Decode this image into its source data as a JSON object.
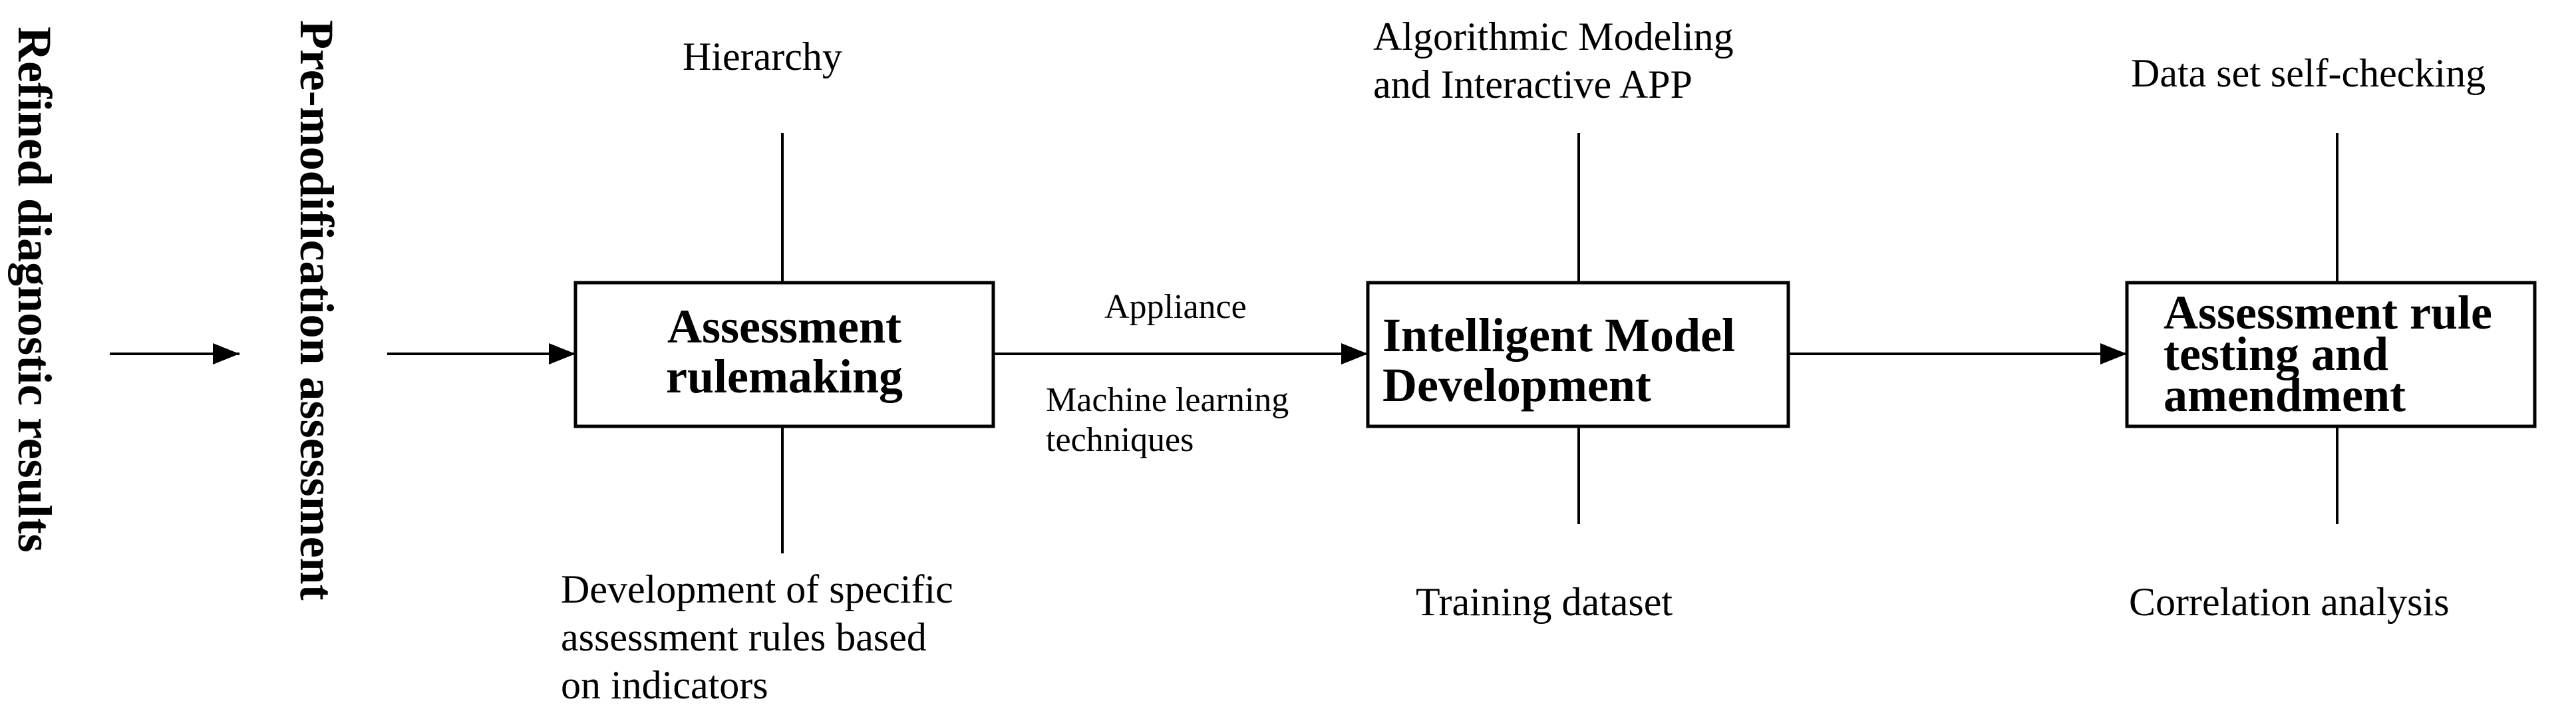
{
  "side_labels": {
    "left": "Refined diagnostic results",
    "right": "Pre-modification assessment"
  },
  "boxes": {
    "rulemaking": {
      "line1": "Assessment",
      "line2": "rulemaking"
    },
    "model": {
      "line1": "Intelligent Model",
      "line2": "Development"
    },
    "testing": {
      "line1": "Assessment rule",
      "line2": "testing and",
      "line3": "amendment"
    }
  },
  "annotations": {
    "hierarchy": "Hierarchy",
    "development_l1": "Development of specific",
    "development_l2": "assessment rules based",
    "development_l3": "on indicators",
    "appliance": "Appliance",
    "ml_l1": "Machine learning",
    "ml_l2": "techniques",
    "algo_l1": "Algorithmic Modeling",
    "algo_l2": "and Interactive APP",
    "training": "Training dataset",
    "selfcheck": "Data set self-checking",
    "correlation": "Correlation analysis"
  },
  "colors": {
    "stroke": "#000000",
    "background": "#ffffff"
  }
}
